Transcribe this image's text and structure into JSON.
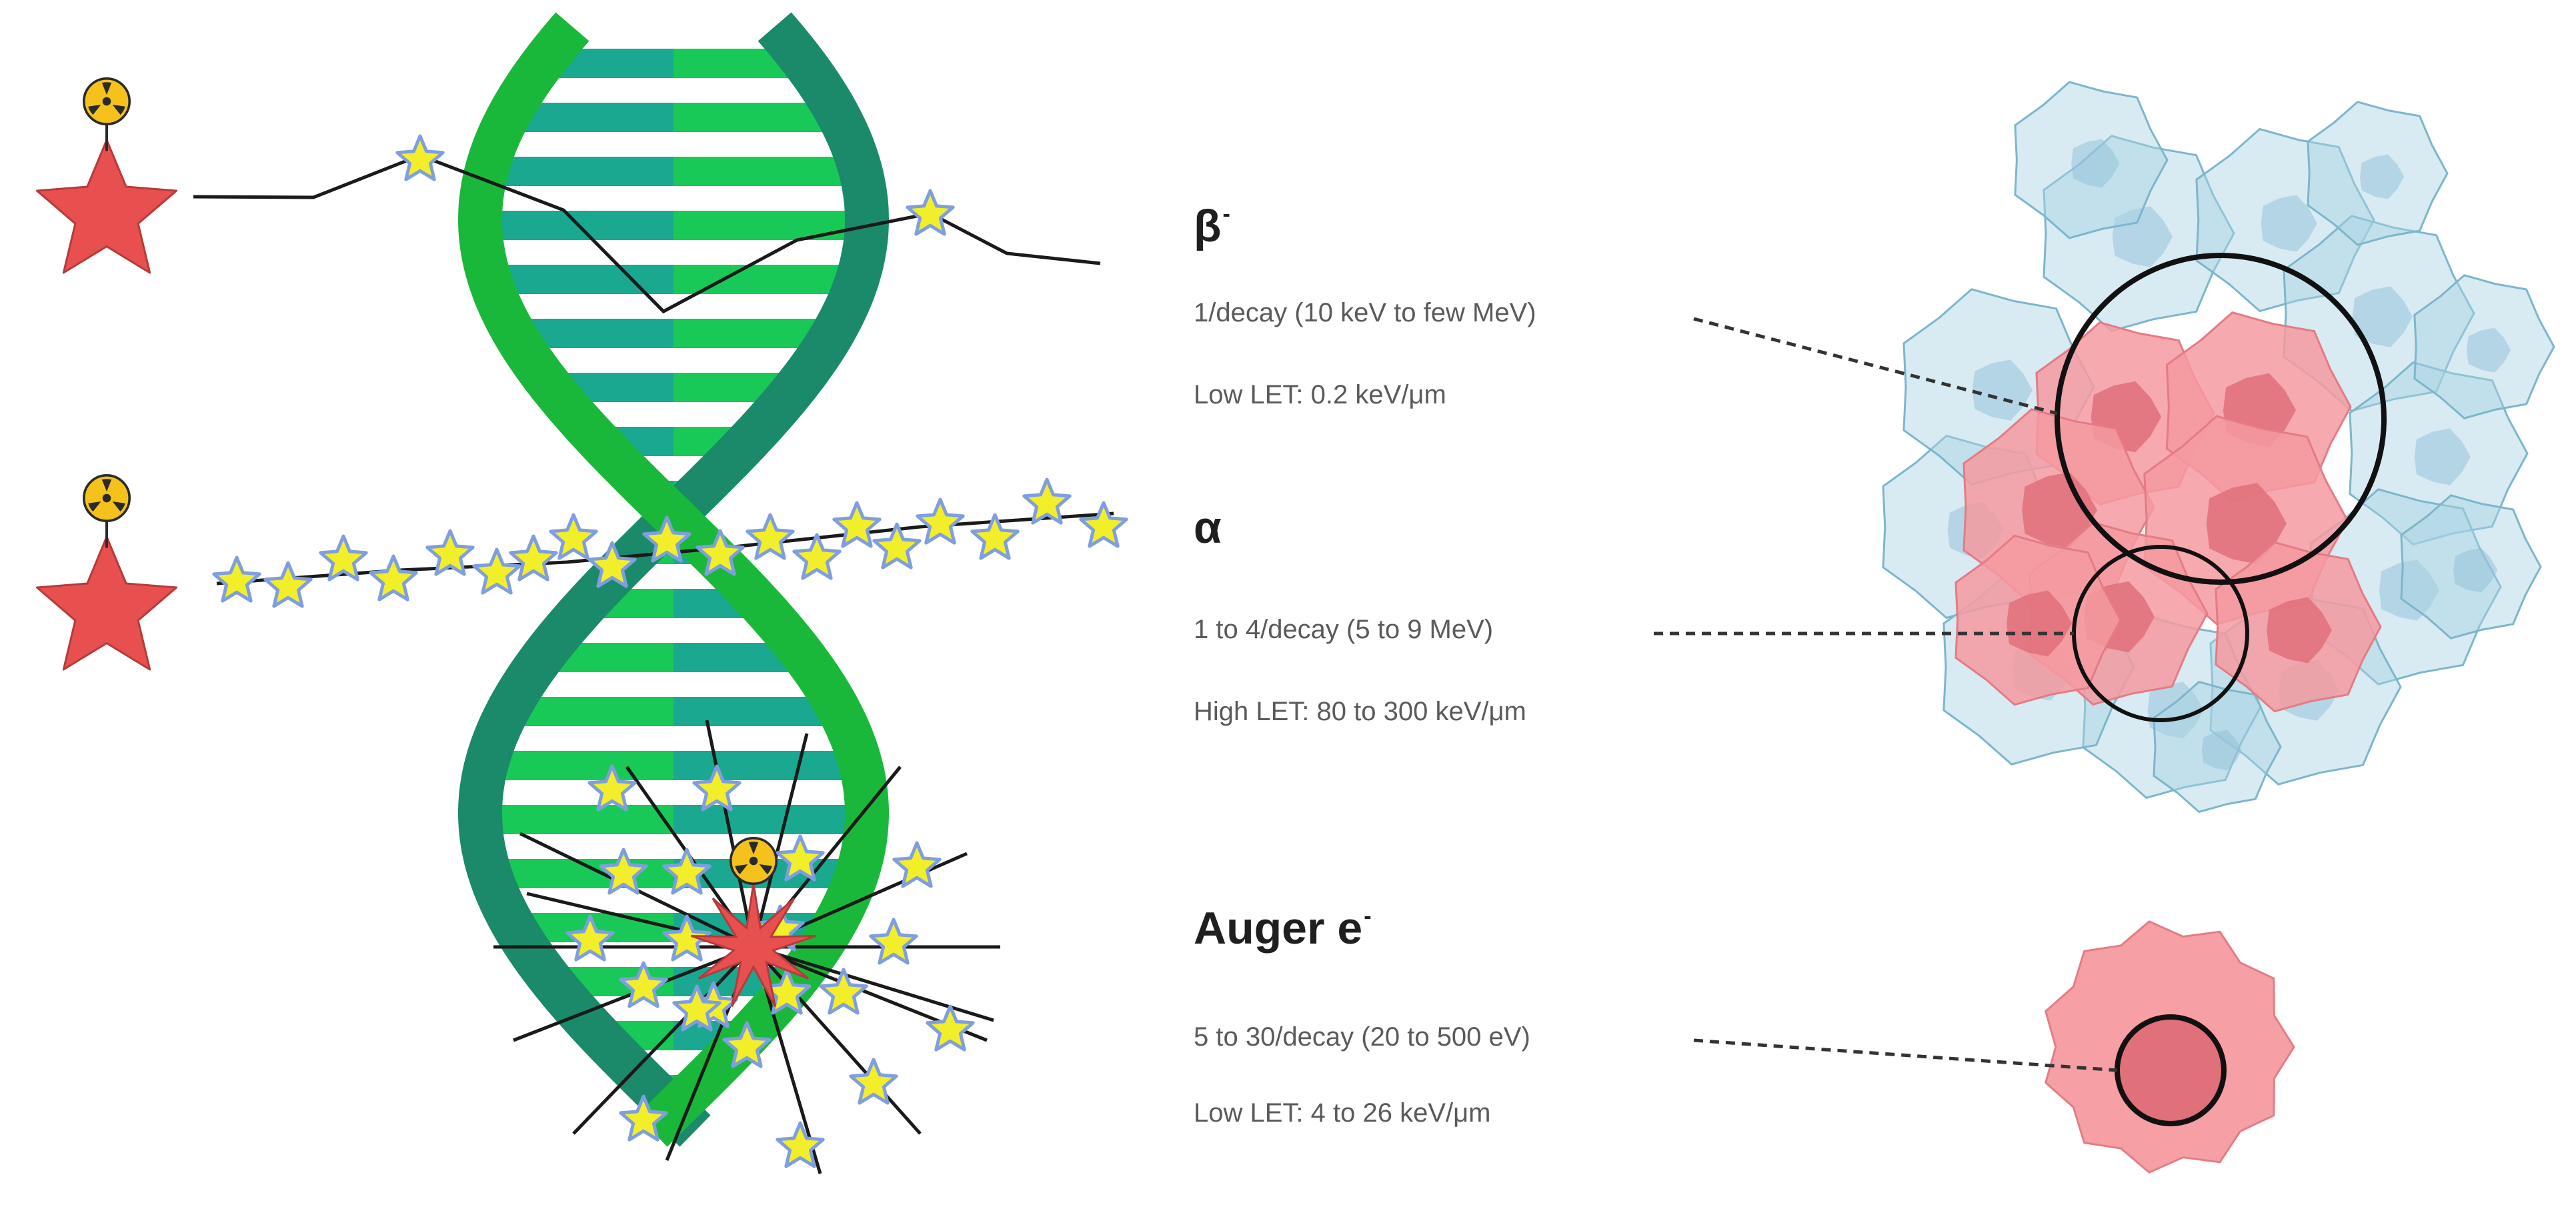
{
  "beta": {
    "symbol": "β",
    "charge": "-",
    "yield": "1/decay (10 keV to few MeV)",
    "let": "Low LET: 0.2 keV/μm"
  },
  "alpha": {
    "symbol": "α",
    "yield": "1 to 4/decay (5 to 9 MeV)",
    "let": "High LET: 80 to 300 keV/μm"
  },
  "auger": {
    "symbol": "Auger e",
    "charge": "-",
    "yield": "5 to 30/decay (20 to 500 eV)",
    "let": "Low LET: 4 to 26 keV/μm"
  },
  "colors": {
    "helix_dark": "#1a8a6a",
    "helix_light": "#1ab83a",
    "rung_teal": "#1aa890",
    "rung_green": "#19c957",
    "radionuclide_star": "#e85050",
    "ionization_star": "#f2ee2a",
    "ionization_star_outline": "#7f9ee0",
    "tumor_cell": "#f59aa0",
    "tumor_nucleus": "#e0707a",
    "healthy_cell": "#a8d3e3",
    "track": "#1a1a1a"
  }
}
